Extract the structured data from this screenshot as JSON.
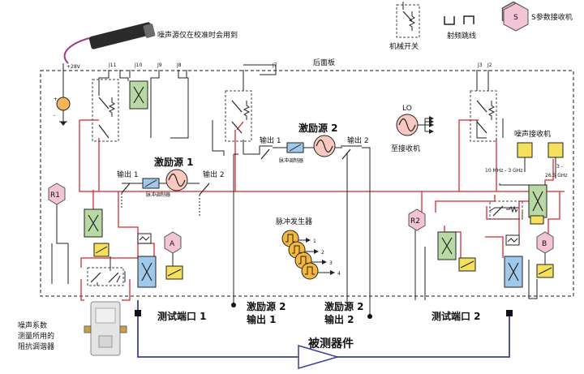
{
  "labels": {
    "noise_source_note": "噪声源仅在校准时会用到",
    "supply": "+28V",
    "rear_panel": "后面板",
    "j11": "J11",
    "j10": "J10",
    "j9": "J9",
    "j8": "J8",
    "j7": "J7",
    "j3": "J3",
    "j2": "J2",
    "mech_switch": "机械开关",
    "rf_jumper": "射频跳线",
    "s_param_receiver": "S参数接收机",
    "s_badge": "S",
    "lo": "LO",
    "to_receiver": "至接收机",
    "noise_receiver": "噪声接收机",
    "band_low": "10 MHz - 3 GHz",
    "band_high_a": "3 -",
    "band_high_b": "26.5 GHz",
    "source1": "激励源 1",
    "source2": "激励源 2",
    "out1": "输出 1",
    "out2": "输出 2",
    "pulse_mod": "脉冲调制器",
    "pulse_gen": "脉冲发生器",
    "pulse_outputs": [
      "1",
      "2",
      "3",
      "4"
    ],
    "r1": "R1",
    "r2": "R2",
    "a": "A",
    "b": "B",
    "test_port1": "测试端口 1",
    "test_port2": "测试端口 2",
    "src2_out1_a": "激励源 2",
    "src2_out1_b": "输出 1",
    "src2_out2_a": "激励源 2",
    "src2_out2_b": "输出 2",
    "dut": "被测器件",
    "tuner_a": "噪声系数",
    "tuner_b": "测量所用的",
    "tuner_c": "阻抗调谐器"
  },
  "colors": {
    "red_path": "#d8282f",
    "blue_path": "#3d3f9a",
    "coupler_green": "#b9d9a4",
    "coupler_blue": "#9fc8ea",
    "detector_yellow": "#f4e05a",
    "pink_badge": "#f2c4d6",
    "source_pink": "#f9c9c0",
    "noise_source_orange": "#f7b45a",
    "pulse_orange": "#f6b83c"
  }
}
